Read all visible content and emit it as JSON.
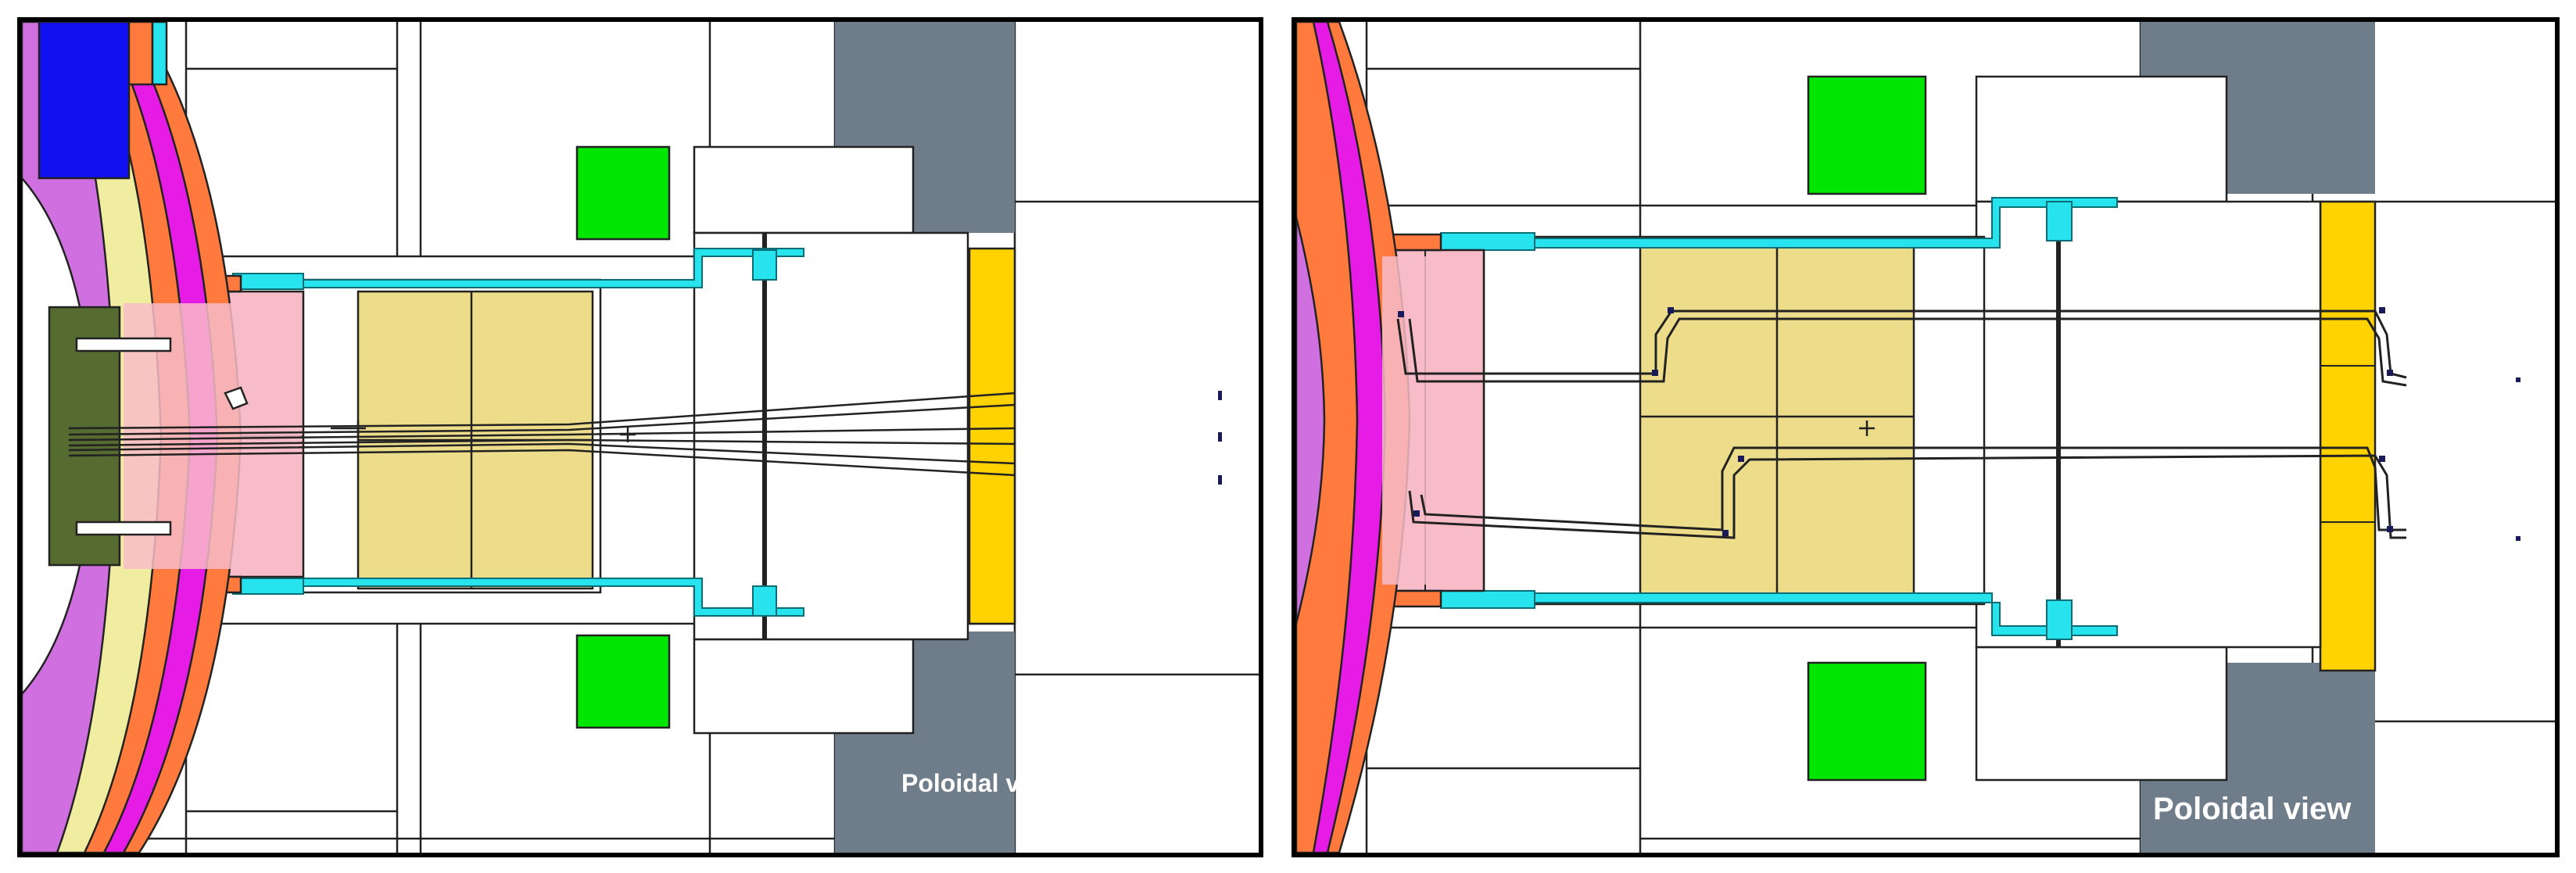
{
  "panels": [
    {
      "id": "left",
      "view_label": "Poloidal view"
    },
    {
      "id": "right",
      "view_label": "Poloidal view"
    }
  ],
  "colors": {
    "frame": "#000000",
    "background": "#ffffff",
    "green_block": "#00e600",
    "steel_gray": "#6f7c8a",
    "gold_block": "#ffd200",
    "tan_shield": "#eddd8b",
    "pink_region": "#f8bcc8",
    "cyan_liner": "#27e3ee",
    "orange_layer": "#ff7a3c",
    "magenta_layer": "#e61ce6",
    "violet_layer": "#d070e0",
    "blue_block": "#1010f0",
    "olive_plug": "#556b2f",
    "pale_yellow": "#f0eda0"
  }
}
